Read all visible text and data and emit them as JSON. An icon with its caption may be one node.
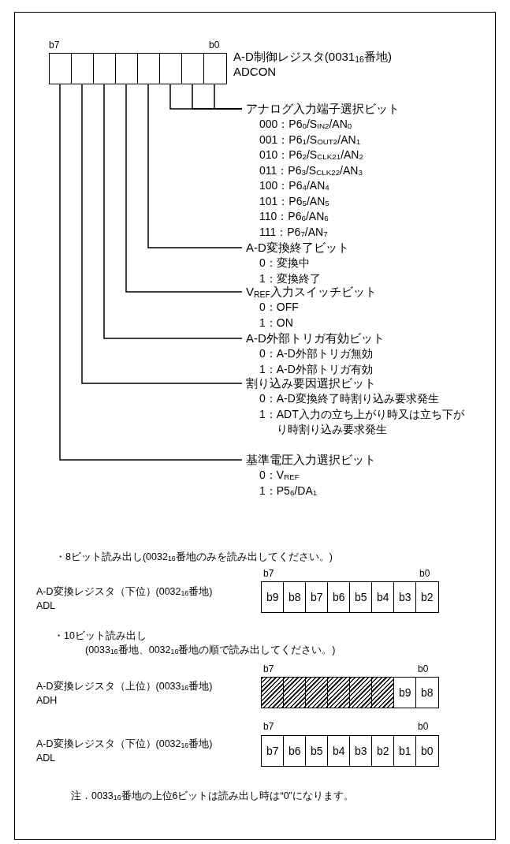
{
  "diagram": {
    "nodes": [
      {
        "text": [],
        "shape": "box"
      },
      {
        "text": [],
        "shape": "box"
      },
      {
        "text": [],
        "shape": "box"
      },
      {
        "text": [],
        "shape": "box"
      },
      {
        "text": [],
        "shape": "box"
      },
      {
        "text": [],
        "shape": "box"
      },
      {
        "text": [],
        "shape": "box"
      },
      {
        "text": [],
        "shape": "box"
      },
      {
        "text": [
          "アナログ入力端子選択ビット",
          "000：P6$_{0}$/S$_{IN2}$/AN$_{0}$",
          "001：P6$_{1}$/S$_{OUT2}$/AN$_{1}$",
          "010：P6$_{2}$/S$_{CLK21}$/AN$_{2}$",
          "011：P6$_{3}$/S$_{CLK22}$/AN$_{3}$",
          "100：P6$_{4}$/AN$_{4}$",
          "101：P6$_{5}$/AN$_{5}$",
          "110：P6$_{6}$/AN$_{6}$",
          "111：P6$_{7}$/AN$_{7}$"
        ]
      },
      {
        "text": [
          "A-D変換終了ビット",
          "0：変換中",
          "1：変換終了"
        ]
      },
      {
        "text": [
          "V$_{REF}$入力スイッチビット",
          "0：OFF",
          "1：ON"
        ]
      },
      {
        "text": [
          "A-D外部トリガ有効ビット",
          "0：A-D外部トリガ無効",
          "1：A-D外部トリガ有効"
        ]
      },
      {
        "text": [
          "割り込み要因選択ビット",
          "0：A-D変換終了時割り込み要求発生",
          "1：ADT入力の立ち上がり時又は立ち下がり時割り込み要求発生"
        ]
      },
      {
        "text": [
          "基準電圧入力選択ビット",
          "0：V$_{REF}$",
          "1：P5$_{6}$/DA$_{1}$"
        ]
      },
      {
        "text": [
          "b9"
        ]
      },
      {
        "text": [
          "b8"
        ]
      },
      {
        "text": [
          "b7"
        ]
      },
      {
        "text": [
          "b6"
        ]
      },
      {
        "text": [
          "b5"
        ]
      },
      {
        "text": [
          "b4"
        ]
      },
      {
        "text": [
          "b3"
        ]
      },
      {
        "text": [
          "b2"
        ]
      },
      {
        "text": [],
        "shape": "box"
      },
      {
        "text": [],
        "shape": "box"
      },
      {
        "text": [],
        "shape": "box"
      },
      {
        "text": [],
        "shape": "box"
      },
      {
        "text": [],
        "shape": "box"
      },
      {
        "text": [],
        "shape": "box"
      },
      {
        "text": [
          "b9"
        ]
      },
      {
        "text": [
          "b8"
        ]
      },
      {
        "text": [
          "b7"
        ]
      },
      {
        "text": [
          "b6"
        ]
      },
      {
        "text": [
          "b5"
        ]
      },
      {
        "text": [
          "b4"
        ]
      },
      {
        "text": [
          "b3"
        ]
      },
      {
        "text": [
          "b2"
        ]
      },
      {
        "text": [
          "b1"
        ]
      },
      {
        "text": [
          "b0"
        ]
      }
    ],
    "edges": [
      {
        "from": 0,
        "to": 13,
        "arrow": "none"
      },
      {
        "from": 1,
        "to": 12,
        "arrow": "none"
      },
      {
        "from": 2,
        "to": 11,
        "arrow": "none"
      },
      {
        "from": 3,
        "to": 10,
        "arrow": "none"
      },
      {
        "from": 4,
        "to": 9,
        "arrow": "none"
      },
      {
        "from": 5,
        "to": 8,
        "arrow": "none"
      },
      {
        "from": 6,
        "to": 8,
        "arrow": "none"
      },
      {
        "from": 7,
        "to": 8,
        "arrow": "none"
      }
    ],
    "labels": [
      "b7",
      "b0",
      "A-D制御レジスタ(0031$_{16}$番地)",
      "ADCON",
      "・8ビット読み出し(0032$_{16}$番地のみを読み出してください。)",
      "b7",
      "b0",
      "A-D変換レジスタ（下位）(0032$_{16}$番地)",
      "ADL",
      "・10ビット読み出し",
      "(0033$_{16}$番地、0032$_{16}$番地の順で読み出してください。)",
      "b7",
      "b0",
      "A-D変換レジスタ（上位）(0033$_{16}$番地)",
      "ADH",
      "b7",
      "b0",
      "A-D変換レジスタ（下位）(0032$_{16}$番地)",
      "ADL",
      "注．0033$_{16}$番地の上位6ビットは読み出し時は“0”になります。"
    ]
  }
}
